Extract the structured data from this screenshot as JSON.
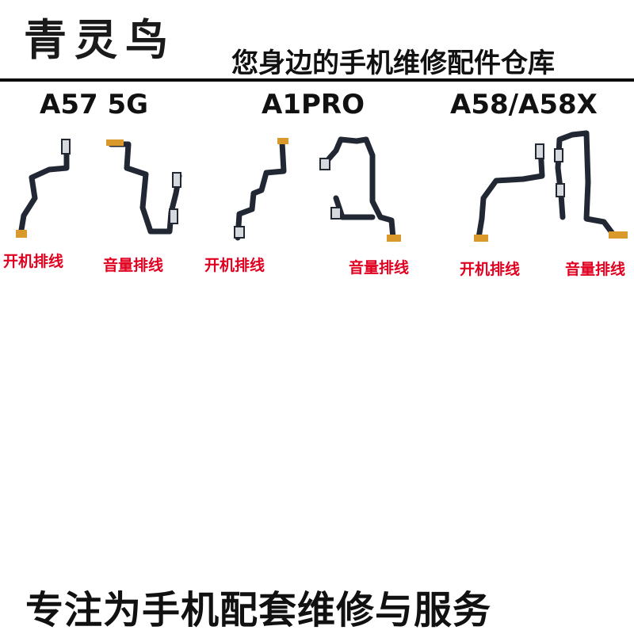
{
  "header": {
    "brand": "青灵鸟",
    "tagline": "您身边的手机维修配件仓库"
  },
  "models": [
    "A57 5G",
    "A1PRO",
    "A58/A58X"
  ],
  "captions": [
    "开机排线",
    "音量排线",
    "开机排线",
    "音量排线",
    "开机排线",
    "音量排线"
  ],
  "footer": "专注为手机配套维修与服务",
  "colors": {
    "caption": "#e1001f",
    "cable": "#222833",
    "contact": "#d99a2b"
  }
}
